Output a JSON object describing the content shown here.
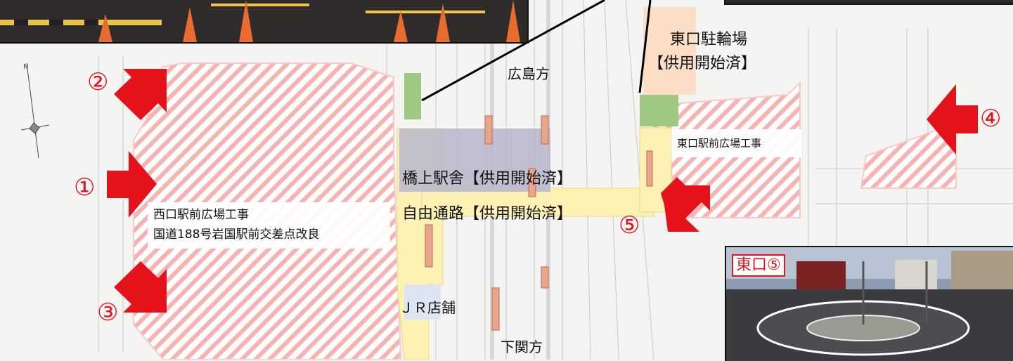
{
  "labels": {
    "hiroshima_direction": "広島方",
    "shimonoseki_direction": "下関方",
    "east_bike_parking_line1": "東口駐輪場",
    "east_bike_parking_line2": "【供用開始済】",
    "bridge_station": "橋上駅舎【供用開始済】",
    "free_passage": "自由通路【供用開始済】",
    "west_plaza_line1": "西口駅前広場工事",
    "west_plaza_line2": "国道188号岩国駅前交差点改良",
    "east_plaza": "東口駅前広場工事",
    "jr_shop": "ＪＲ店舗"
  },
  "callouts": [
    "①",
    "②",
    "③",
    "④",
    "⑤"
  ],
  "photo_tag": "東口⑤",
  "colors": {
    "hatch_red": "#f2a7a4",
    "arrow_red": "#e5111b",
    "station_gray": "#b9b9cc",
    "passage_yellow": "#fdf2b3",
    "bike_parking_orange": "#fbd9bd",
    "green_block": "#9fc882"
  }
}
